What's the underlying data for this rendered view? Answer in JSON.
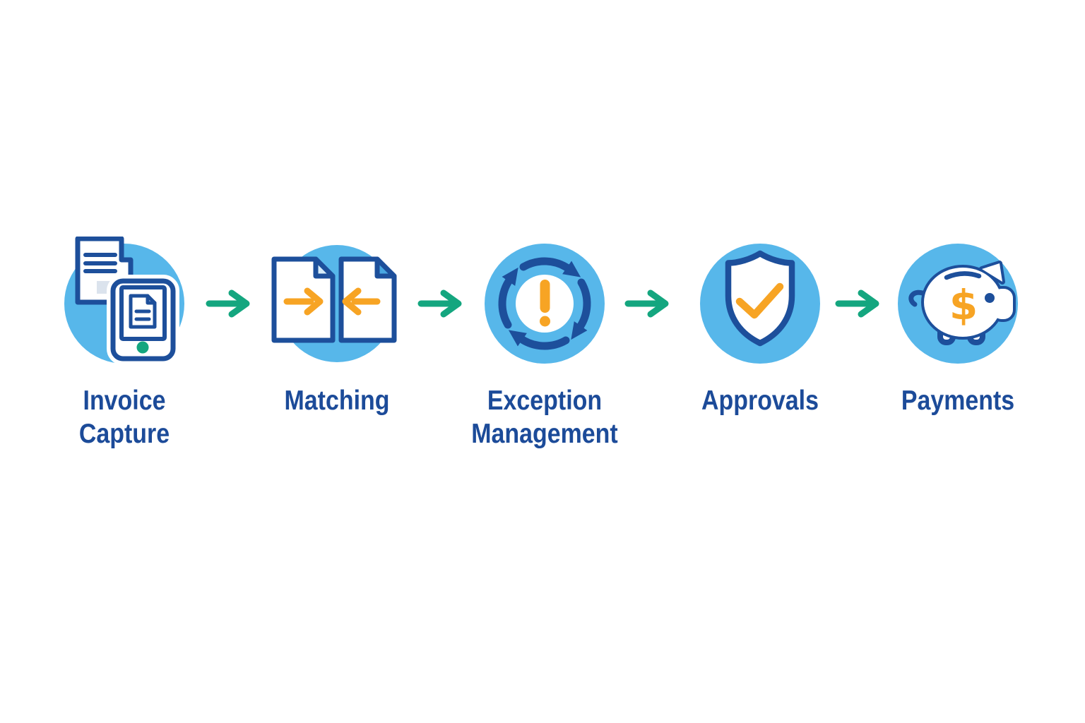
{
  "steps": [
    {
      "id": "invoice-capture",
      "icon": "invoice-documents-phone-icon",
      "lines": [
        "Invoice",
        "Capture"
      ]
    },
    {
      "id": "matching",
      "icon": "matching-documents-arrows-icon",
      "lines": [
        "Matching"
      ]
    },
    {
      "id": "exception-management",
      "icon": "cycle-arrows-alert-icon",
      "lines": [
        "Exception",
        "Management"
      ]
    },
    {
      "id": "approvals",
      "icon": "shield-checkmark-icon",
      "lines": [
        "Approvals"
      ]
    },
    {
      "id": "payments",
      "icon": "piggy-bank-dollar-icon",
      "lines": [
        "Payments"
      ]
    }
  ],
  "arrows": {
    "count": 4,
    "icon": "arrow-right-icon"
  },
  "colors": {
    "background": "#ffffff",
    "circle_blue": "#57b7ea",
    "outline_dark_blue": "#1d4f9b",
    "label_text_blue": "#1c4b99",
    "accent_orange": "#f7a424",
    "arrow_green": "#14a67f",
    "field_gray": "#dbe3ed",
    "fold_light_blue": "#d7ecfa",
    "fold_mid_blue": "#49a7e2"
  }
}
